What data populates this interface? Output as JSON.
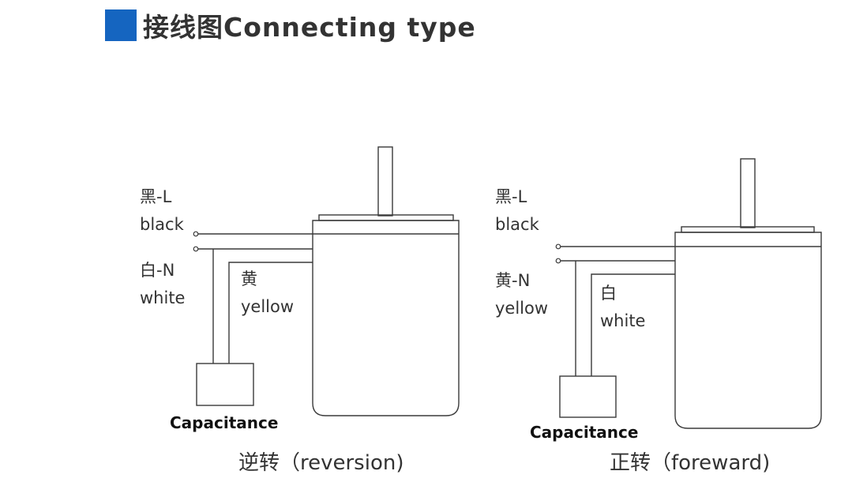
{
  "header": {
    "accent_color": "#1565c0",
    "title": "接线图Connecting type"
  },
  "diagrams": [
    {
      "labels": {
        "black_cn": "黑-L",
        "black_en": "black",
        "white_cn": "白-N",
        "white_en": "white",
        "yellow_cn": "黄",
        "yellow_en": "yellow",
        "capacitor": "Capacitance",
        "caption": "逆转（reversion)"
      }
    },
    {
      "labels": {
        "black_cn": "黑-L",
        "black_en": "black",
        "yellow_cn": "黄-N",
        "yellow_en": "yellow",
        "white_cn": "白",
        "white_en": "white",
        "capacitor": "Capacitance",
        "caption": "正转（foreward)"
      }
    }
  ]
}
